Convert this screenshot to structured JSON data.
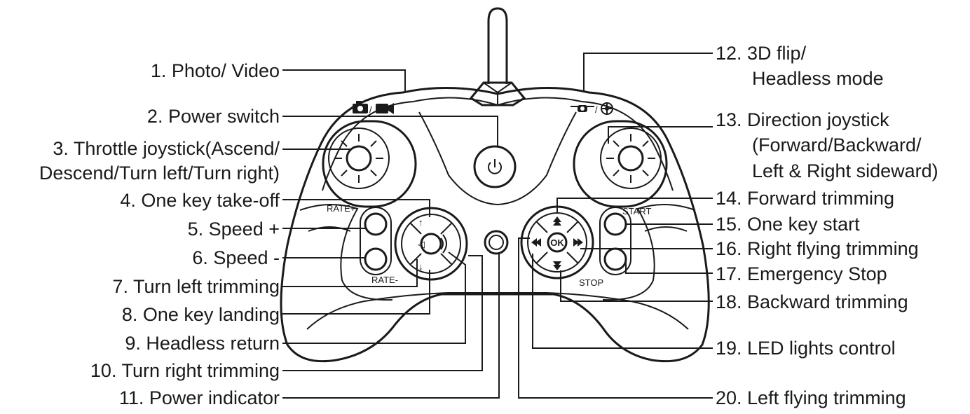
{
  "labels_left": [
    {
      "id": "photo-video",
      "text": "1. Photo/ Video"
    },
    {
      "id": "power-switch",
      "text": "2. Power switch"
    },
    {
      "id": "throttle-joystick",
      "text": "3. Throttle joystick(Ascend/",
      "text2": "Descend/Turn left/Turn right)"
    },
    {
      "id": "one-key-takeoff",
      "text": "4. One key take-off"
    },
    {
      "id": "speed-plus",
      "text": "5. Speed +"
    },
    {
      "id": "speed-minus",
      "text": "6. Speed -"
    },
    {
      "id": "turn-left-trimming",
      "text": "7. Turn left trimming"
    },
    {
      "id": "one-key-landing",
      "text": "8. One key landing"
    },
    {
      "id": "headless-return",
      "text": "9. Headless return"
    },
    {
      "id": "turn-right-trimming",
      "text": "10. Turn right trimming"
    },
    {
      "id": "power-indicator",
      "text": "11. Power indicator"
    }
  ],
  "labels_right": [
    {
      "id": "flip-headless",
      "text": "12. 3D flip/",
      "text2": "Headless mode"
    },
    {
      "id": "direction-joystick",
      "text": "13. Direction joystick",
      "text2": "(Forward/Backward/",
      "text3": "Left & Right sideward)"
    },
    {
      "id": "forward-trimming",
      "text": "14. Forward trimming"
    },
    {
      "id": "one-key-start",
      "text": "15. One key start"
    },
    {
      "id": "right-flying-trimming",
      "text": "16. Right flying trimming"
    },
    {
      "id": "emergency-stop",
      "text": "17. Emergency Stop"
    },
    {
      "id": "backward-trimming",
      "text": "18. Backward trimming"
    },
    {
      "id": "led-lights-control",
      "text": "19. LED lights control"
    },
    {
      "id": "left-flying-trimming",
      "text": "20. Left flying trimming"
    }
  ],
  "controller": {
    "rate_plus": "RATE+",
    "rate_minus": "RATE-",
    "start": "START",
    "stop": "STOP",
    "ok": "OK",
    "camera_slash": "/",
    "flip_slash": "/"
  },
  "icons": {
    "power": "power-icon",
    "camera": "camera-icon",
    "video": "video-camera-icon",
    "drone": "drone-icon",
    "headless": "headless-icon",
    "arrow_up": "arrow-up-icon",
    "arrow_down": "arrow-down-icon",
    "arrow_left": "double-arrow-left-icon",
    "arrow_right": "double-arrow-right-icon"
  },
  "colors": {
    "ink": "#1a1a1a",
    "background": "#ffffff"
  }
}
